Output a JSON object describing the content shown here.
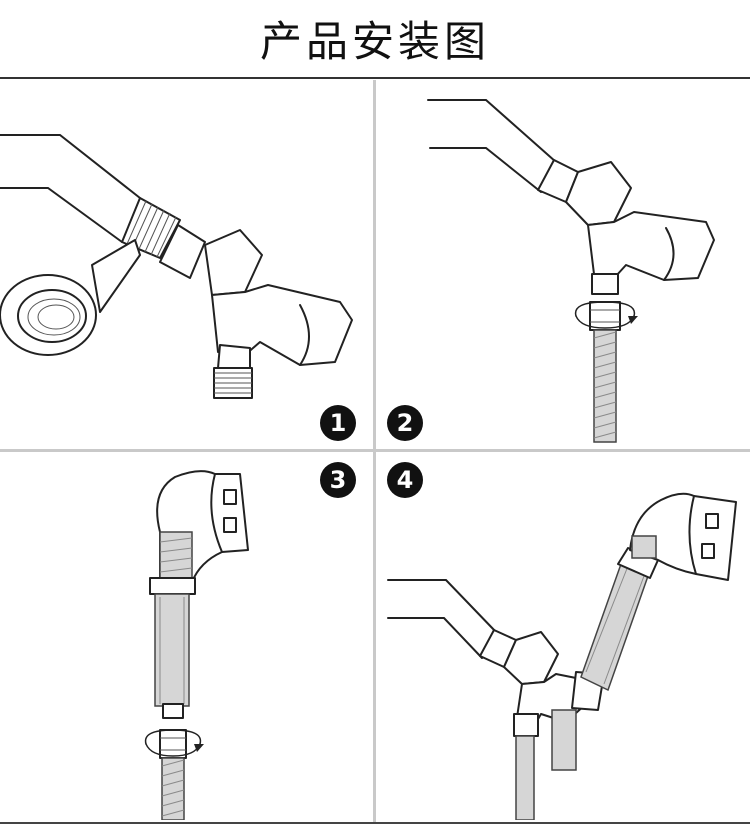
{
  "title": "产品安装图",
  "steps": [
    {
      "number": "1"
    },
    {
      "number": "2"
    },
    {
      "number": "3"
    },
    {
      "number": "4"
    }
  ]
}
